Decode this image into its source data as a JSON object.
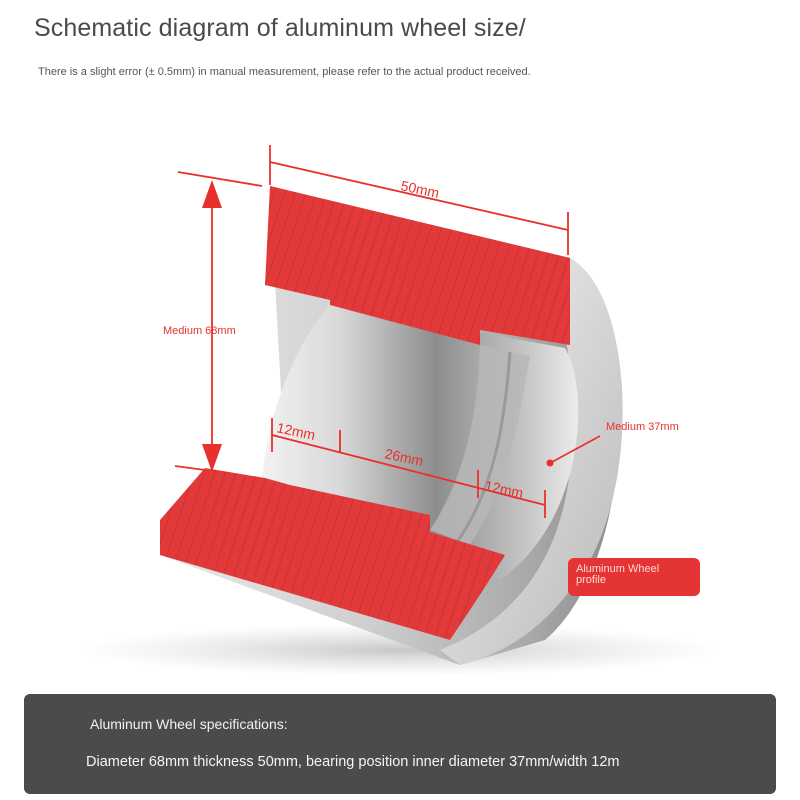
{
  "header": {
    "title": "Schematic diagram of aluminum wheel size/",
    "subtitle": "There is a slight error (± 0.5mm) in manual measurement, please refer to the actual product received."
  },
  "diagram": {
    "labels": {
      "width": "50mm",
      "diameter": "Medium 68mm",
      "inner_diameter": "Medium 37mm",
      "left_segment": "12mm",
      "middle_segment": "26mm",
      "right_segment": "12mm"
    },
    "badge_text": "Aluminum Wheel profile"
  },
  "specs": {
    "heading": "Aluminum Wheel specifications:",
    "body": "Diameter 68mm thickness 50mm, bearing position inner diameter 37mm/width 12m"
  },
  "colors": {
    "section_red": "#e23a3a",
    "dimension_red": "#e8302c",
    "panel_bg": "#4b4b4b"
  }
}
